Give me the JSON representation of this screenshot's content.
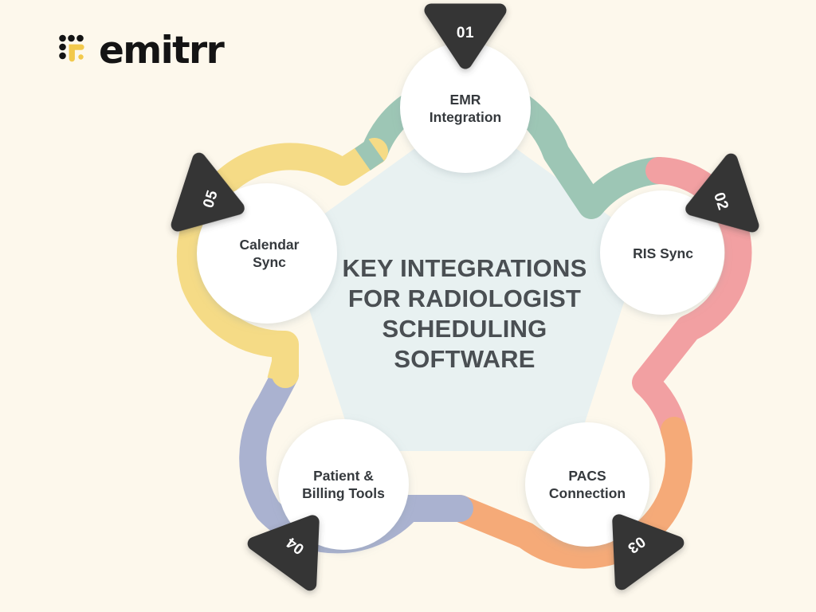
{
  "page": {
    "background_color": "#fdf8ec",
    "title": "Key Integrations For Radiologist Scheduling Software"
  },
  "brand": {
    "name": "emitrr",
    "logo_icon": "emitrr-dot-grid-logo",
    "wordmark_color": "#141414",
    "accent_color": "#f2c94c"
  },
  "center": {
    "lines": [
      "KEY INTEGRATIONS",
      "FOR RADIOLOGIST",
      "SCHEDULING",
      "SOFTWARE"
    ],
    "text_color": "#4a4f53",
    "panel_color": "#e8f1f1"
  },
  "chart_data": {
    "type": "pie",
    "title": "KEY INTEGRATIONS FOR RADIOLOGIST SCHEDULING SOFTWARE",
    "layout": "pentagon-cycle",
    "legend": "none",
    "categories": [
      "EMR Integration",
      "RIS Sync",
      "PACS Connection",
      "Patient & Billing Tools",
      "Calendar Sync"
    ],
    "values": [
      20,
      20,
      20,
      20,
      20
    ],
    "colors": [
      "#9dc6b5",
      "#f2a0a2",
      "#f5aa78",
      "#aab2d0",
      "#f5db86"
    ]
  },
  "nodes": [
    {
      "number": "01",
      "label_lines": [
        "EMR",
        "Integration"
      ],
      "color": "#9dc6b5",
      "badge_color": "#353535",
      "badge_rotation": 0
    },
    {
      "number": "02",
      "label_lines": [
        "RIS Sync"
      ],
      "color": "#f2a0a2",
      "badge_color": "#353535",
      "badge_rotation": 72
    },
    {
      "number": "03",
      "label_lines": [
        "PACS",
        "Connection"
      ],
      "color": "#f5aa78",
      "badge_color": "#353535",
      "badge_rotation": 144
    },
    {
      "number": "04",
      "label_lines": [
        "Patient &",
        "Billing Tools"
      ],
      "color": "#aab2d0",
      "badge_color": "#353535",
      "badge_rotation": 216
    },
    {
      "number": "05",
      "label_lines": [
        "Calendar",
        "Sync"
      ],
      "color": "#f5db86",
      "badge_color": "#353535",
      "badge_rotation": 288
    }
  ]
}
